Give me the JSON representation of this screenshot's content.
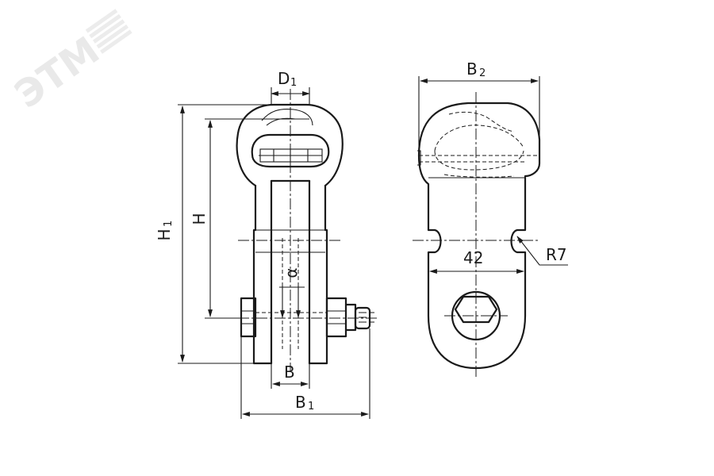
{
  "watermark": {
    "text": "ЭТМ"
  },
  "dimensions": {
    "d1": {
      "main": "D",
      "sub": "1"
    },
    "b2": {
      "main": "B",
      "sub": "2"
    },
    "h1": {
      "main": "H",
      "sub": "1"
    },
    "h": "H",
    "alpha": "α",
    "b": "B",
    "b1": {
      "main": "B",
      "sub": "1"
    },
    "width42": "42",
    "radius": "R7"
  }
}
